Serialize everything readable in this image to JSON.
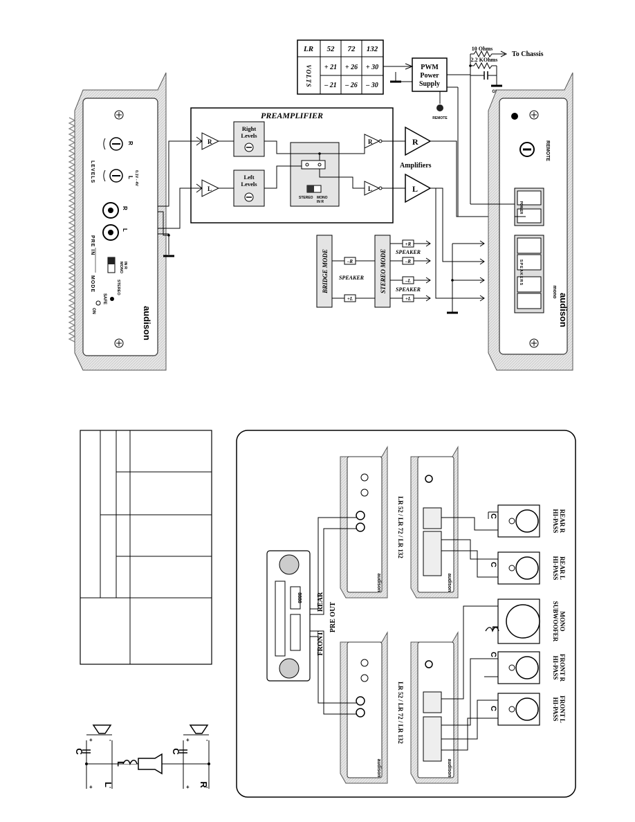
{
  "voltage_table": {
    "header": [
      "LR",
      "52",
      "72",
      "132"
    ],
    "row_label": "VOLTS",
    "positive": [
      "+ 21",
      "+ 26",
      "+ 30"
    ],
    "negative": [
      "– 21",
      "– 26",
      "– 30"
    ]
  },
  "power_supply": {
    "line1": "PWM",
    "line2": "Power",
    "line3": "Supply"
  },
  "chassis": {
    "resistor": "10 Ohms",
    "to": "To Chassis",
    "rc": "2.2 KOhms",
    "gnd": "GND"
  },
  "remote_small": "REMOTE",
  "preamp": {
    "title": "PREAMPLIFIER",
    "right_levels_1": "Right",
    "right_levels_2": "Levels",
    "left_levels_1": "Left",
    "left_levels_2": "Levels",
    "stereo": "STEREO",
    "mono": "MONO",
    "in_r": "IN R",
    "amplifiers": "Amplifiers"
  },
  "modes": {
    "bridge": "BRIDGE MODE",
    "stereo": "STEREO MODE",
    "speaker": "SPEAKER",
    "neg_r": "–R",
    "pos_l": "+L",
    "pos_r": "+R",
    "neg_l": "–L"
  },
  "panel_in": {
    "brand": "audison",
    "on": "ON",
    "safe": "SAFE",
    "mode": "MODE",
    "stereo": "STEREO",
    "mono": "MONO",
    "in_r": "IN R",
    "pre_in": "PRE IN",
    "levels": "LEVELS",
    "range": "0.1V - 4V",
    "l": "L",
    "r": "R"
  },
  "panel_out": {
    "brand": "audison",
    "remote": "REMOTE",
    "power": "POWER",
    "speakers": "SPEAKERS",
    "mono": "mono"
  },
  "wiring": {
    "front": "FRONT",
    "rear": "REAR",
    "pre_out": "PRE OUT",
    "model": "LR 52 / LR 72 / LR 132",
    "display": "8888",
    "c": "C",
    "l": "L",
    "speakers": [
      {
        "line1": "HI-PASS",
        "line2": "REAR R"
      },
      {
        "line1": "HI-PASS",
        "line2": "REAR L"
      },
      {
        "line1": "SUBWOOFER",
        "line2": "MONO"
      },
      {
        "line1": "HI-PASS",
        "line2": "FRONT R"
      },
      {
        "line1": "HI-PASS",
        "line2": "FRONT L"
      }
    ]
  },
  "crossover": {
    "c": "C",
    "l": "L",
    "left": "L",
    "right": "R"
  },
  "colors": {
    "ink": "#000000",
    "panel": "#dcdcdc",
    "paper": "#ffffff"
  }
}
